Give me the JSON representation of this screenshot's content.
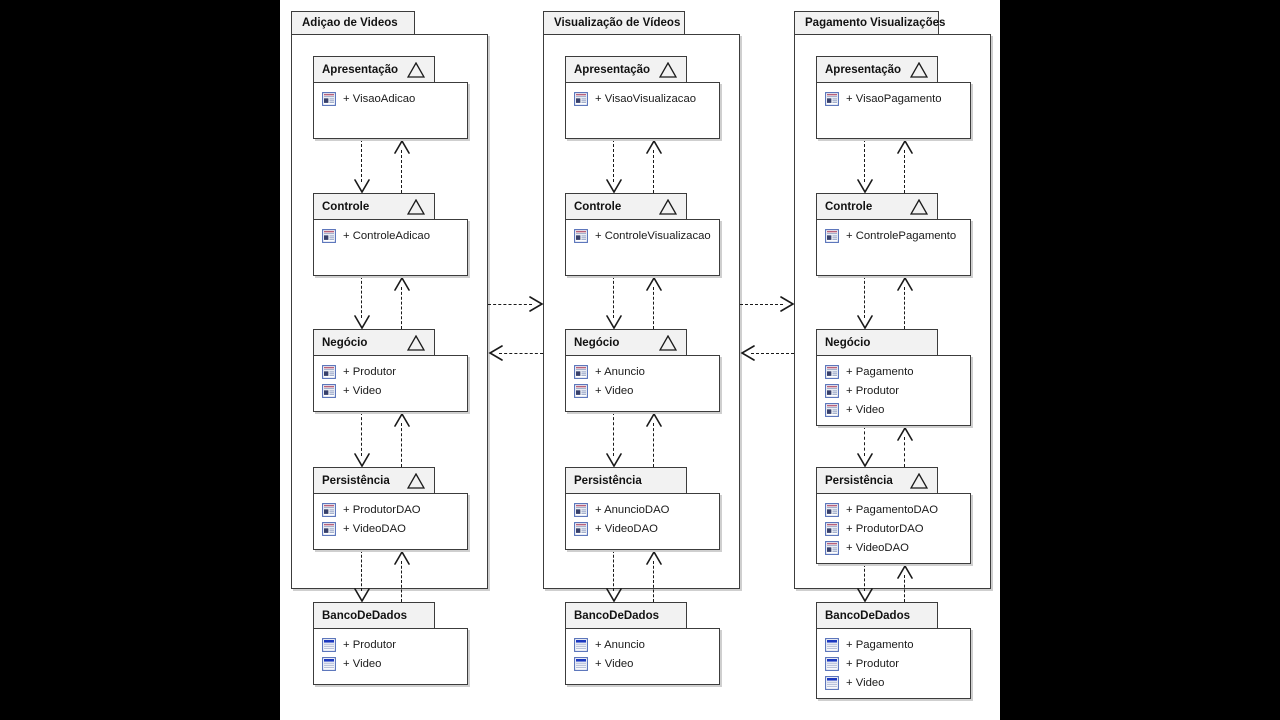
{
  "diagram": {
    "type": "uml-package-diagram",
    "background": "#000000",
    "canvas_background": "#ffffff",
    "icons": {
      "class": "class-icon",
      "table": "table-icon",
      "layer_marker": "triangle-icon"
    }
  },
  "packages": [
    {
      "id": "adicao",
      "title": "Adiçao de Videos",
      "layers": [
        {
          "name": "Apresentação",
          "has_marker": true,
          "icon": "class-icon",
          "members": [
            "+ VisaoAdicao"
          ]
        },
        {
          "name": "Controle",
          "has_marker": true,
          "icon": "class-icon",
          "members": [
            "+ ControleAdicao"
          ]
        },
        {
          "name": "Negócio",
          "has_marker": true,
          "icon": "class-icon",
          "members": [
            "+ Produtor",
            "+ Video"
          ]
        },
        {
          "name": "Persistência",
          "has_marker": true,
          "icon": "class-icon",
          "members": [
            "+ ProdutorDAO",
            "+ VideoDAO"
          ]
        }
      ],
      "database": {
        "name": "BancoDeDados",
        "has_marker": false,
        "icon": "table-icon",
        "members": [
          "+ Produtor",
          "+ Video"
        ]
      }
    },
    {
      "id": "visualizacao",
      "title": "Visualização de Vídeos",
      "layers": [
        {
          "name": "Apresentação",
          "has_marker": true,
          "icon": "class-icon",
          "members": [
            "+ VisaoVisualizacao"
          ]
        },
        {
          "name": "Controle",
          "has_marker": true,
          "icon": "class-icon",
          "members": [
            "+ ControleVisualizacao"
          ]
        },
        {
          "name": "Negócio",
          "has_marker": true,
          "icon": "class-icon",
          "members": [
            "+ Anuncio",
            "+ Video"
          ]
        },
        {
          "name": "Persistência",
          "has_marker": false,
          "icon": "class-icon",
          "members": [
            "+ AnuncioDAO",
            "+ VideoDAO"
          ]
        }
      ],
      "database": {
        "name": "BancoDeDados",
        "has_marker": false,
        "icon": "table-icon",
        "members": [
          "+ Anuncio",
          "+ Video"
        ]
      }
    },
    {
      "id": "pagamento",
      "title": "Pagamento Visualizações",
      "layers": [
        {
          "name": "Apresentação",
          "has_marker": true,
          "icon": "class-icon",
          "members": [
            "+ VisaoPagamento"
          ]
        },
        {
          "name": "Controle",
          "has_marker": true,
          "icon": "class-icon",
          "members": [
            "+ ControlePagamento"
          ]
        },
        {
          "name": "Negócio",
          "has_marker": false,
          "icon": "class-icon",
          "members": [
            "+ Pagamento",
            "+ Produtor",
            "+ Video"
          ]
        },
        {
          "name": "Persistência",
          "has_marker": true,
          "icon": "class-icon",
          "members": [
            "+ PagamentoDAO",
            "+ ProdutorDAO",
            "+ VideoDAO"
          ]
        }
      ],
      "database": {
        "name": "BancoDeDados",
        "has_marker": false,
        "icon": "table-icon",
        "members": [
          "+ Pagamento",
          "+ Produtor",
          "+ Video"
        ]
      }
    }
  ],
  "package_dependencies": [
    {
      "from": "adicao",
      "to": "visualizacao",
      "direction": "right"
    },
    {
      "from": "visualizacao",
      "to": "adicao",
      "direction": "left"
    },
    {
      "from": "visualizacao",
      "to": "pagamento",
      "direction": "right"
    },
    {
      "from": "pagamento",
      "to": "visualizacao",
      "direction": "left"
    }
  ]
}
